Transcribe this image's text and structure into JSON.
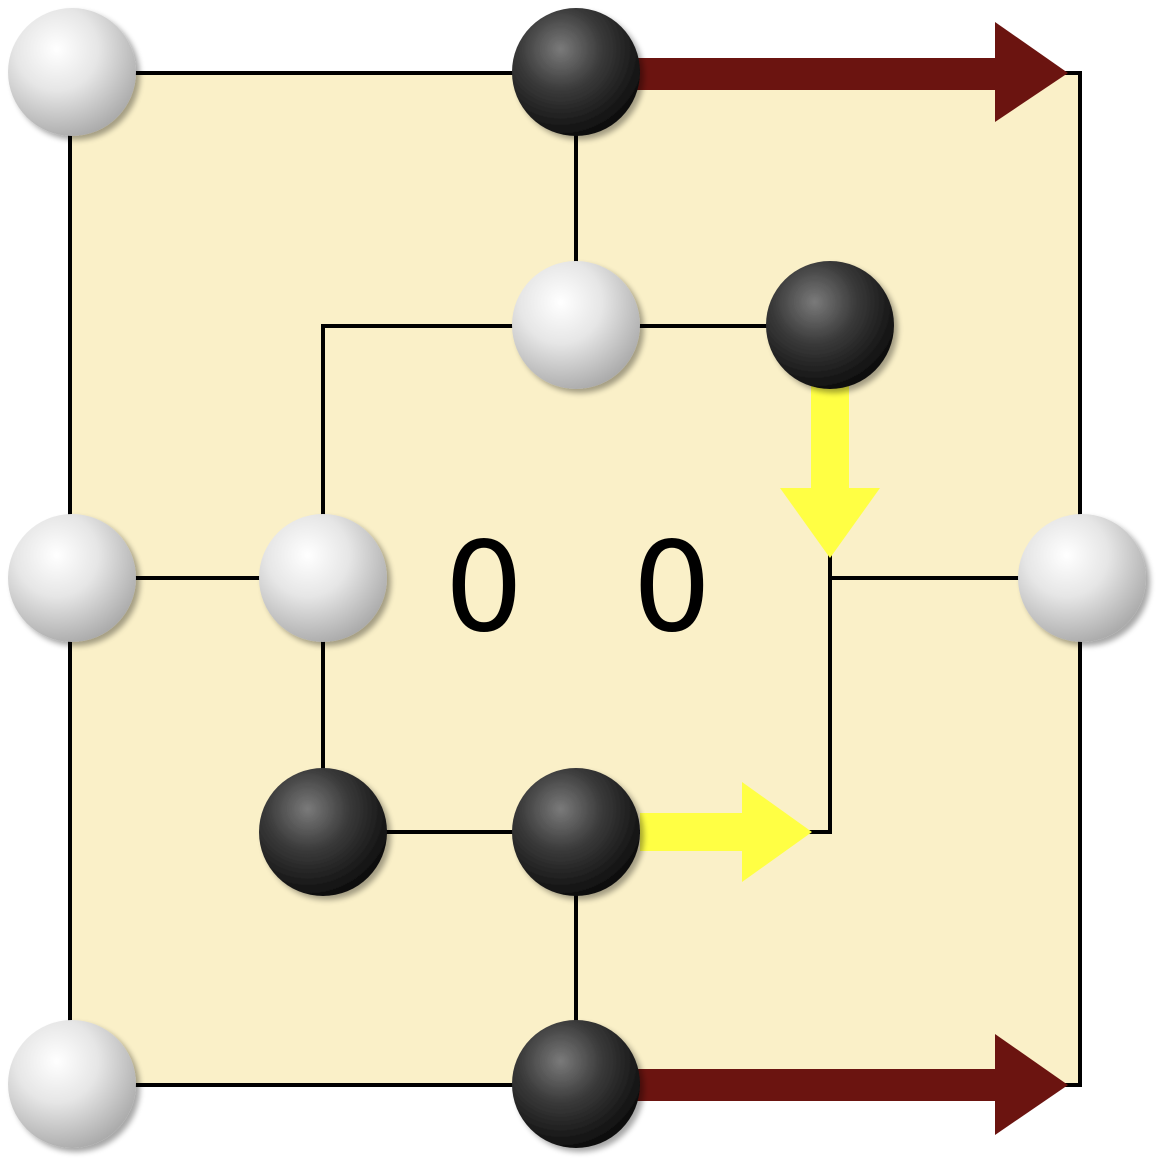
{
  "board": {
    "background_color": "#faf0c8",
    "line_color": "#000000"
  },
  "score": {
    "left": "0",
    "right": "0"
  },
  "pieces": [
    {
      "point": "outer-top-left",
      "color": "white"
    },
    {
      "point": "outer-top-mid",
      "color": "black"
    },
    {
      "point": "inner-top-mid",
      "color": "white"
    },
    {
      "point": "inner-top-right",
      "color": "black"
    },
    {
      "point": "outer-mid-left",
      "color": "white"
    },
    {
      "point": "inner-mid-left",
      "color": "white"
    },
    {
      "point": "outer-mid-right",
      "color": "white"
    },
    {
      "point": "inner-bottom-left",
      "color": "black"
    },
    {
      "point": "inner-bottom-mid",
      "color": "black"
    },
    {
      "point": "outer-bottom-left",
      "color": "white"
    },
    {
      "point": "outer-bottom-mid",
      "color": "black"
    }
  ],
  "move_arrows": [
    {
      "name": "dark-red-arrow-top",
      "color": "#6b1410"
    },
    {
      "name": "dark-red-arrow-bottom",
      "color": "#6b1410"
    },
    {
      "name": "yellow-arrow-down",
      "color": "#ffff44"
    },
    {
      "name": "yellow-arrow-right",
      "color": "#ffff44"
    }
  ]
}
